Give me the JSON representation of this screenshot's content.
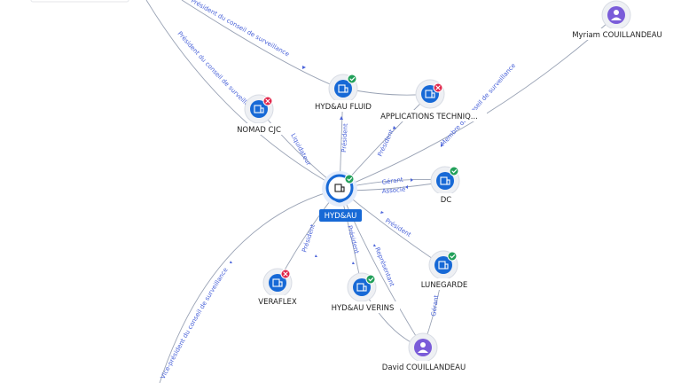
{
  "center": {
    "label": "HYD&AU",
    "icon": "company-icon",
    "status": "active"
  },
  "nodes": [
    {
      "id": "hydau-fluid",
      "label": "HYD&AU FLUID",
      "kind": "company",
      "status": "active"
    },
    {
      "id": "applications-techniques",
      "label": "APPLICATIONS TECHNIQ...",
      "kind": "company",
      "status": "closed"
    },
    {
      "id": "nomad-cjc",
      "label": "NOMAD CJC",
      "kind": "company",
      "status": "closed"
    },
    {
      "id": "dc",
      "label": "DC",
      "kind": "company",
      "status": "active"
    },
    {
      "id": "lunegarde",
      "label": "LUNEGARDE",
      "kind": "company",
      "status": "active"
    },
    {
      "id": "veraflex",
      "label": "VERAFLEX",
      "kind": "company",
      "status": "closed"
    },
    {
      "id": "hydau-verins",
      "label": "HYD&AU VERINS",
      "kind": "company",
      "status": "active"
    },
    {
      "id": "myriam",
      "label": "Myriam COUILLANDEAU",
      "kind": "person"
    },
    {
      "id": "david",
      "label": "David COUILLANDEAU",
      "kind": "person"
    }
  ],
  "edge_labels": {
    "president_conseil_top": "Président du conseil de surveillance",
    "president_conseil_left": "Président du conseil de surveillance",
    "membre_conseil": "Membre du conseil de surveillance",
    "vice_president_conseil": "Vice-président du conseil de surveillance",
    "liquidateur": "Liquidateur",
    "president_fluid": "Président",
    "president_applications": "Président",
    "gerant": "Gérant",
    "associe": "Associé",
    "president_lunegarde": "Président",
    "president_veraflex": "Président",
    "president_verins": "Président",
    "representant": "Représentant",
    "gerant_david": "Gérant"
  },
  "colors": {
    "company": "#1769d6",
    "person": "#7a5cd9",
    "active": "#22a05a",
    "closed": "#e0264a",
    "edge": "#9aa3b5",
    "edge_label": "#4a63d9"
  }
}
